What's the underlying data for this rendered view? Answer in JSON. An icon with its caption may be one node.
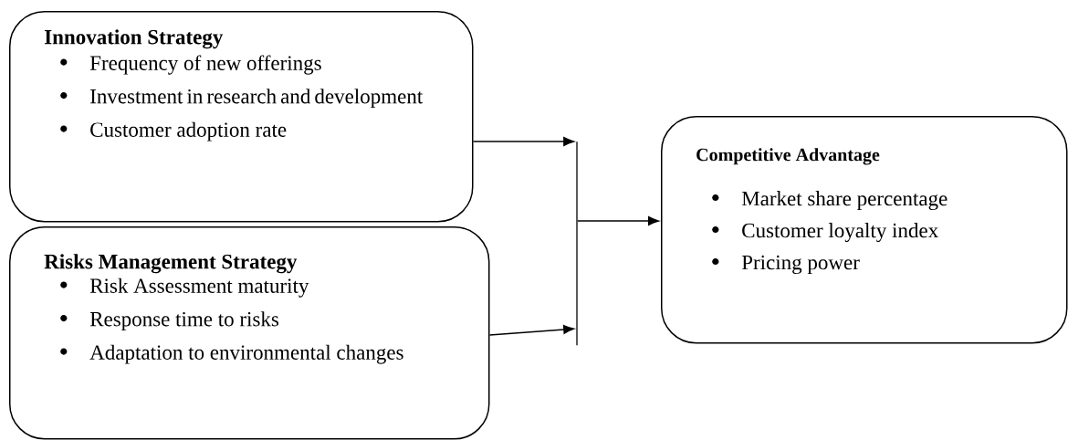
{
  "diagram": {
    "nodes": [
      {
        "text": [
          "Innovation Strategy",
          "Frequency of new offerings",
          "Investment in research and development",
          "Customer adoption rate"
        ]
      },
      {
        "text": [
          "Risks Management Strategy",
          "Risk Assessment maturity",
          "Response time to risks",
          "Adaptation to environmental changes"
        ]
      },
      {
        "text": [
          "Competitive Advantage",
          "Market share percentage",
          "Customer loyalty index",
          "Pricing power"
        ]
      },
      {
        "text": [],
        "shape": "bar"
      }
    ],
    "edges": [
      {
        "from": 0,
        "to": 3,
        "arrow": "to"
      },
      {
        "from": 1,
        "to": 3,
        "arrow": "to"
      },
      {
        "from": 3,
        "to": 2,
        "arrow": "to"
      }
    ]
  }
}
